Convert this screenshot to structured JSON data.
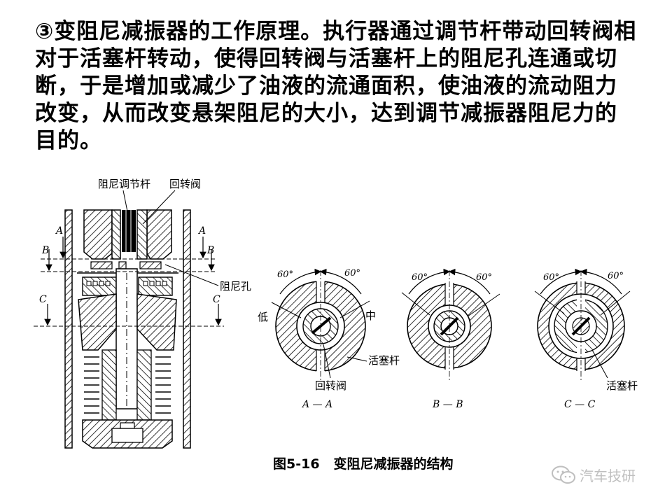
{
  "paragraph": "③变阻尼减振器的工作原理。执行器通过调节杆带动回转阀相对于活塞杆转动，使得回转阀与活塞杆上的阻尼孔连通或切断，于是增加或减少了油液的流通面积，使油液的流动阻力改变，从而改变悬架阻尼的大小，达到调节减振器阻尼力的目的。",
  "figure": {
    "labels": {
      "adjust_rod": "阻尼调节杆",
      "rotary_valve": "回转阀",
      "orifice": "阻尼孔",
      "A": "A",
      "B": "B",
      "C": "C",
      "angle_60": "60°",
      "low": "低",
      "mid": "中",
      "piston_rod": "活塞杆",
      "section_aa": "A — A",
      "section_bb": "B — B",
      "section_cc": "C — C"
    },
    "caption_num": "图5-16",
    "caption_text": "变阻尼减振器的结构"
  },
  "watermark": {
    "text": "汽车技研",
    "icon": "wechat-icon"
  }
}
